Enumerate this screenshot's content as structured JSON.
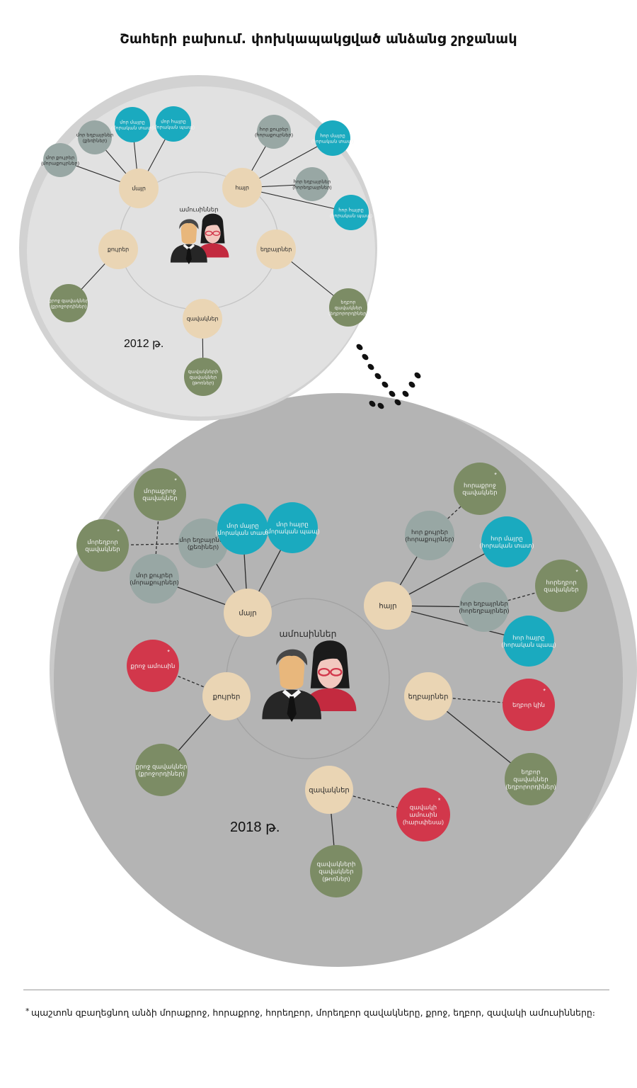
{
  "title": "Շահերի բախում. փոխկապակցված անձանց շրջանակ",
  "footnote": "պաշտոն զբաղեցնող անձի մորաքրոջ, հորաքրոջ, հորեղբոր, մորեղբոր զավակները, քրոջ, եղբոր, զավակի ամուսինները։",
  "footnote_mark": "*",
  "colors": {
    "beige": "#ead5b4",
    "teal": "#1aaabf",
    "grey_node": "#98a7a4",
    "olive": "#7c8c65",
    "red": "#d2374b",
    "bg_small": "#e1e1e1",
    "bg_large": "#b4b4b4",
    "dots": "#111111"
  },
  "diagrams": [
    {
      "year_label": "2012 թ.",
      "center_label": "ամուսիններ",
      "center_icon": "couple-icon",
      "nodes": [
        {
          "id": "mother",
          "label": "մայր",
          "kind": "beige"
        },
        {
          "id": "father",
          "label": "հայր",
          "kind": "beige"
        },
        {
          "id": "children",
          "label": "զավակներ",
          "kind": "beige"
        },
        {
          "id": "sisters",
          "label": "քույրեր",
          "kind": "beige"
        },
        {
          "id": "brothers",
          "label": "եղբայրներ",
          "kind": "beige"
        },
        {
          "id": "m_sisters",
          "label": "մոր քույրեր (մորաքույրներ)",
          "kind": "grey"
        },
        {
          "id": "m_brothers",
          "label": "մոր եղբայրներ (քեռիներ)",
          "kind": "grey"
        },
        {
          "id": "m_mother",
          "label": "մոր մայրը (մորական տատ)",
          "kind": "teal"
        },
        {
          "id": "m_father",
          "label": "մոր հայրը (մորական պապ)",
          "kind": "teal"
        },
        {
          "id": "f_sisters",
          "label": "հոր քույրեր (հորաքույրներ)",
          "kind": "grey"
        },
        {
          "id": "f_mother",
          "label": "հոր մայրը (հորական տատ)",
          "kind": "teal"
        },
        {
          "id": "f_brothers",
          "label": "հոր եղբայրներ (հորեղբայրներ)",
          "kind": "grey"
        },
        {
          "id": "f_father",
          "label": "հոր հայրը (հորական պապ)",
          "kind": "teal"
        },
        {
          "id": "sis_children",
          "label": "քրոջ զավակներ (քրոջորդիներ)",
          "kind": "olive"
        },
        {
          "id": "bro_children",
          "label": "եղբոր զավակներ (եղբորորդիներ)",
          "kind": "olive"
        },
        {
          "id": "grandchildren",
          "label": "զավակների զավակներ (թոռներ)",
          "kind": "olive"
        }
      ],
      "links": [
        [
          "mother",
          "m_sisters",
          "solid"
        ],
        [
          "mother",
          "m_brothers",
          "solid"
        ],
        [
          "mother",
          "m_mother",
          "solid"
        ],
        [
          "mother",
          "m_father",
          "solid"
        ],
        [
          "father",
          "f_sisters",
          "solid"
        ],
        [
          "father",
          "f_mother",
          "solid"
        ],
        [
          "father",
          "f_brothers",
          "solid"
        ],
        [
          "father",
          "f_father",
          "solid"
        ],
        [
          "sisters",
          "sis_children",
          "solid"
        ],
        [
          "brothers",
          "bro_children",
          "solid"
        ],
        [
          "children",
          "grandchildren",
          "solid"
        ]
      ]
    },
    {
      "year_label": "2018 թ.",
      "center_label": "ամուսիններ",
      "center_icon": "couple-icon",
      "nodes": [
        {
          "id": "mother",
          "label": "մայր",
          "kind": "beige"
        },
        {
          "id": "father",
          "label": "հայր",
          "kind": "beige"
        },
        {
          "id": "children",
          "label": "զավակներ",
          "kind": "beige"
        },
        {
          "id": "sisters",
          "label": "քույրեր",
          "kind": "beige"
        },
        {
          "id": "brothers",
          "label": "եղբայրներ",
          "kind": "beige"
        },
        {
          "id": "m_sisters",
          "label": "մոր քույրեր (մորաքույրներ)",
          "kind": "grey"
        },
        {
          "id": "m_brothers",
          "label": "մոր եղբայրներ (քեռիներ)",
          "kind": "grey"
        },
        {
          "id": "m_mother",
          "label": "մոր մայրը (մորական տատ)",
          "kind": "teal"
        },
        {
          "id": "m_father",
          "label": "մոր հայրը (մորական պապ)",
          "kind": "teal"
        },
        {
          "id": "f_sisters",
          "label": "հոր քույրեր (հորաքույրներ)",
          "kind": "grey"
        },
        {
          "id": "f_mother",
          "label": "հոր մայրը (հորական տատ)",
          "kind": "teal"
        },
        {
          "id": "f_brothers",
          "label": "հոր եղբայրներ (հորեղբայրներ)",
          "kind": "grey"
        },
        {
          "id": "f_father",
          "label": "հոր հայրը (հորական պապ)",
          "kind": "teal"
        },
        {
          "id": "m_sis_children",
          "label": "մորաքրոջ զավակներ",
          "kind": "olive",
          "star": "*"
        },
        {
          "id": "m_bro_children",
          "label": "մորեղբոր զավակներ",
          "kind": "olive",
          "star": "*"
        },
        {
          "id": "f_sis_children",
          "label": "հորաքրոջ զավակներ",
          "kind": "olive",
          "star": "*"
        },
        {
          "id": "f_bro_children",
          "label": "հորեղբոր զավակներ",
          "kind": "olive",
          "star": "*"
        },
        {
          "id": "sis_spouse",
          "label": "քրոջ ամուսին",
          "kind": "red",
          "star": "*"
        },
        {
          "id": "bro_spouse",
          "label": "եղբոր կին",
          "kind": "red",
          "star": "*"
        },
        {
          "id": "child_spouse",
          "label": "զավակի ամուսին (հարսփեսա)",
          "kind": "red",
          "star": "*"
        },
        {
          "id": "sis_children",
          "label": "քրոջ զավակներ (քրոջորդիներ)",
          "kind": "olive"
        },
        {
          "id": "bro_children",
          "label": "եղբոր զավակներ (եղբորորդիներ)",
          "kind": "olive"
        },
        {
          "id": "grandchildren",
          "label": "զավակների զավակներ (թոռներ)",
          "kind": "olive"
        }
      ],
      "links": [
        [
          "mother",
          "m_sisters",
          "solid"
        ],
        [
          "mother",
          "m_brothers",
          "solid"
        ],
        [
          "mother",
          "m_mother",
          "solid"
        ],
        [
          "mother",
          "m_father",
          "solid"
        ],
        [
          "father",
          "f_sisters",
          "solid"
        ],
        [
          "father",
          "f_mother",
          "solid"
        ],
        [
          "father",
          "f_brothers",
          "solid"
        ],
        [
          "father",
          "f_father",
          "solid"
        ],
        [
          "m_sisters",
          "m_sis_children",
          "dashed"
        ],
        [
          "m_brothers",
          "m_bro_children",
          "dashed"
        ],
        [
          "f_sisters",
          "f_sis_children",
          "dashed"
        ],
        [
          "f_brothers",
          "f_bro_children",
          "dashed"
        ],
        [
          "sisters",
          "sis_spouse",
          "dashed"
        ],
        [
          "brothers",
          "bro_spouse",
          "dashed"
        ],
        [
          "children",
          "child_spouse",
          "dashed"
        ],
        [
          "sisters",
          "sis_children",
          "solid"
        ],
        [
          "brothers",
          "bro_children",
          "solid"
        ],
        [
          "children",
          "grandchildren",
          "solid"
        ]
      ]
    }
  ]
}
